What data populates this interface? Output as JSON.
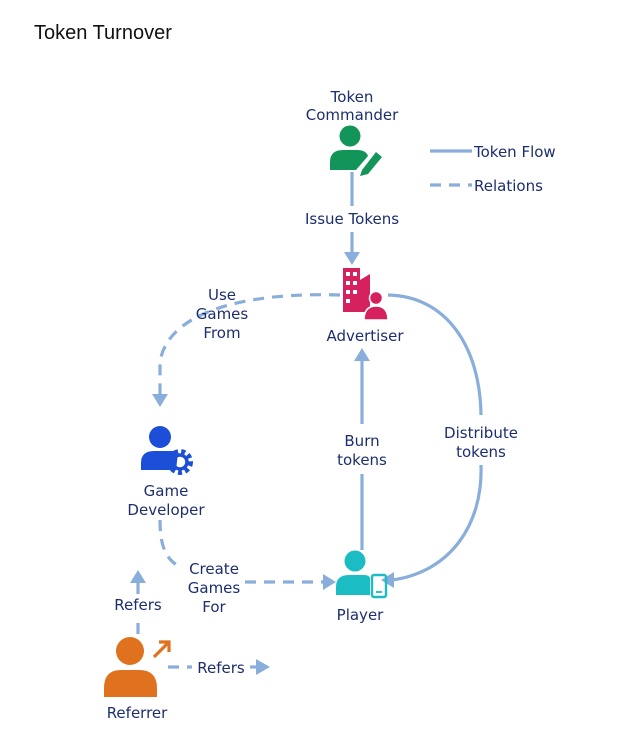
{
  "title": "Token Turnover",
  "legend": {
    "flow": "Token Flow",
    "relations": "Relations",
    "line_color": "#8aaedb"
  },
  "nodes": {
    "commander": {
      "label_line1": "Token",
      "label_line2": "Commander",
      "icon": "person-pen-icon",
      "color": "#13955a"
    },
    "advertiser": {
      "label": "Advertiser",
      "icon": "building-person-icon",
      "color": "#d6215f"
    },
    "developer": {
      "label_line1": "Game",
      "label_line2": "Developer",
      "icon": "person-gear-icon",
      "color": "#1c4fd8"
    },
    "player": {
      "label": "Player",
      "icon": "person-phone-icon",
      "color": "#1bbcc4"
    },
    "referrer": {
      "label": "Referrer",
      "icon": "person-arrow-icon",
      "color": "#e0721f"
    }
  },
  "edges": {
    "issue": "Issue Tokens",
    "use_games_1": "Use",
    "use_games_2": "Games",
    "use_games_3": "From",
    "burn_1": "Burn",
    "burn_2": "tokens",
    "distribute_1": "Distribute",
    "distribute_2": "tokens",
    "create_1": "Create",
    "create_2": "Games",
    "create_3": "For",
    "refers_up": "Refers",
    "refers_right": "Refers"
  }
}
